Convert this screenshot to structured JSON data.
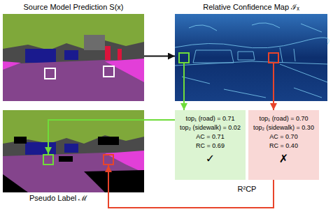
{
  "diagram": {
    "nodes": [
      {
        "text": [
          "Source Model Prediction S(x)"
        ]
      },
      {
        "text": [
          "Relative Confidence Map ℐₓ"
        ]
      },
      {
        "text": [
          "Pseudo Label ℳ"
        ]
      },
      {
        "text": [
          "top₁ (road) = 0.71",
          "top₂ (sidewalk) = 0.02",
          "AC = 0.71",
          "RC = 0.69",
          "✓"
        ]
      },
      {
        "text": [
          "top₁ (road) = 0.70",
          "top₂ (sidewalk) = 0.30",
          "AC = 0.70",
          "RC = 0.40",
          "✗"
        ]
      }
    ],
    "edges": [
      {
        "from": 0,
        "to": 1,
        "arrow": "to"
      },
      {
        "from": 1,
        "to": 3,
        "arrow": "to"
      },
      {
        "from": 1,
        "to": 4,
        "arrow": "to"
      },
      {
        "from": 3,
        "to": 2,
        "arrow": "to"
      },
      {
        "from": 4,
        "to": 2,
        "arrow": "to"
      }
    ],
    "labels": [
      "R²CP"
    ]
  }
}
